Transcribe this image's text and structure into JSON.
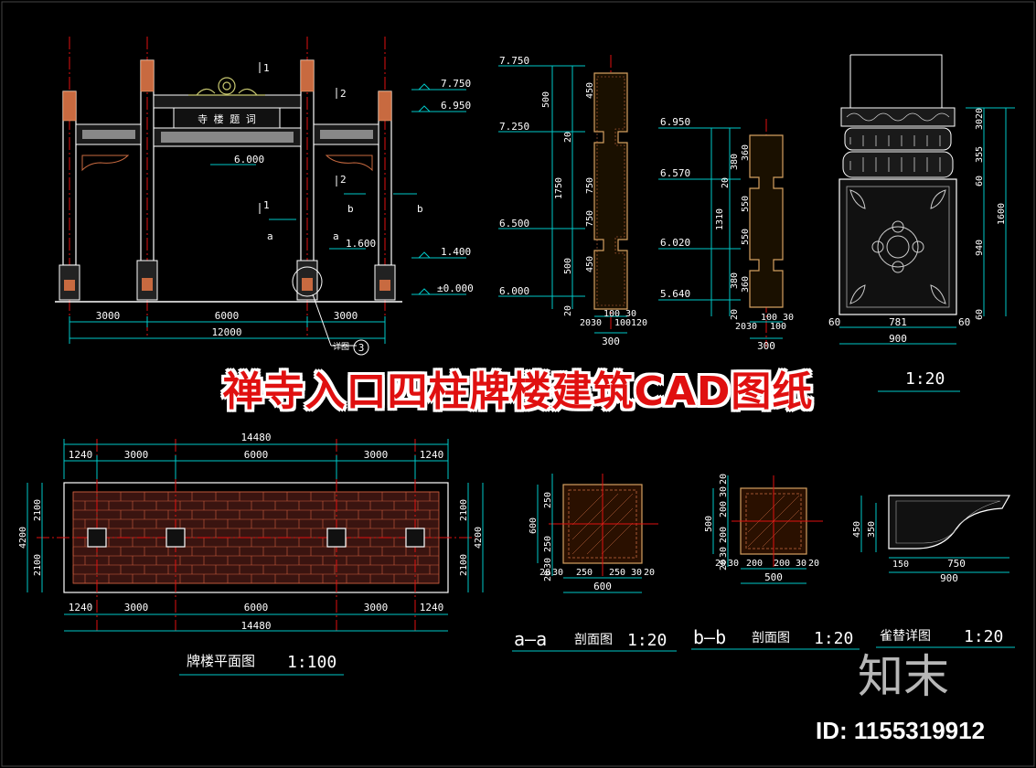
{
  "banner_title": "禅寺入口四柱牌楼建筑CAD图纸",
  "logo_text": "知末",
  "id_label": "ID: 1155319912",
  "elevation": {
    "plaque_text": "寺 楼 题 词",
    "level_labels": [
      "7.750",
      "6.950",
      "6.000",
      "1.600",
      "1.400",
      "±0.000"
    ],
    "section_marks": [
      "1",
      "1",
      "2",
      "2",
      "a",
      "a",
      "b",
      "b"
    ],
    "bottom_dims": [
      "3000",
      "6000",
      "3000"
    ],
    "total_dim": "12000",
    "detail_callout": "详图",
    "detail_number": "3"
  },
  "column_1": {
    "levels": [
      "7.750",
      "7.250",
      "6.500",
      "6.000"
    ],
    "left_dims": [
      "500",
      "20",
      "1750",
      "500",
      "20"
    ],
    "inner_dims": [
      "450",
      "750",
      "750",
      "450"
    ],
    "bottom_dims": [
      "20",
      "30",
      "100",
      "100",
      "120",
      "30"
    ],
    "total": "300"
  },
  "column_2": {
    "levels": [
      "6.950",
      "6.570",
      "6.020",
      "5.640"
    ],
    "left_dims": [
      "380",
      "20",
      "1310",
      "380",
      "20"
    ],
    "inner_dims": [
      "360",
      "550",
      "550",
      "360"
    ],
    "bottom_dims": [
      "20",
      "30",
      "100",
      "100",
      "30"
    ],
    "total": "300"
  },
  "pedestal": {
    "right_dims": [
      "20",
      "30",
      "355",
      "60",
      "940",
      "60"
    ],
    "right_total": "1600",
    "bottom_dims": [
      "60",
      "781",
      "60"
    ],
    "bottom_total": "900",
    "scale": "1:20"
  },
  "plan": {
    "top_total": "14480",
    "top_dims": [
      "1240",
      "3000",
      "6000",
      "3000",
      "1240"
    ],
    "bottom_dims": [
      "1240",
      "3000",
      "6000",
      "3000",
      "1240"
    ],
    "bottom_total": "14480",
    "side_dims": [
      "2100",
      "2100"
    ],
    "side_total": "4200",
    "title": "牌楼平面图",
    "scale": "1:100"
  },
  "section_a": {
    "left_dims": [
      "250",
      "600",
      "250",
      "30",
      "20"
    ],
    "bottom_dims": [
      "20",
      "30",
      "250",
      "250",
      "30",
      "20"
    ],
    "total": "600",
    "title_mark": "a—a",
    "title": "剖面图",
    "scale": "1:20"
  },
  "section_b": {
    "left_dims": [
      "20",
      "30",
      "200",
      "500",
      "200",
      "30",
      "20"
    ],
    "bottom_dims": [
      "20",
      "30",
      "200",
      "200",
      "30",
      "20"
    ],
    "total": "500",
    "title_mark": "b—b",
    "title": "剖面图",
    "scale": "1:20"
  },
  "bracket": {
    "left_dims": [
      "450",
      "350"
    ],
    "bottom_dims": [
      "150",
      "750"
    ],
    "total": "900",
    "title": "雀替详图",
    "scale": "1:20"
  },
  "colors": {
    "background": "#000000",
    "dimension": "#00c8c8",
    "axis": "#e01010",
    "outline": "#ffffff",
    "stone": "#c86a40",
    "title_red": "#e01010"
  }
}
